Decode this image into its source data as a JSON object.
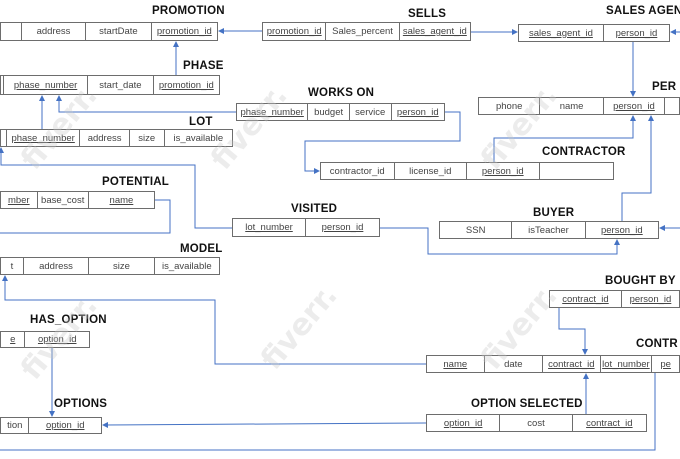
{
  "colors": {
    "connector": "#4472c4",
    "border": "#6d6d6d"
  },
  "watermark": "fiverr.",
  "tables": [
    {
      "id": "promotion",
      "title": "PROMOTION",
      "columns": [
        {
          "name": ""
        },
        {
          "name": "address"
        },
        {
          "name": "startDate"
        },
        {
          "name": "promotion_id",
          "pk": true
        }
      ]
    },
    {
      "id": "sells",
      "title": "SELLS",
      "columns": [
        {
          "name": "promotion_id",
          "pk": true
        },
        {
          "name": "Sales_percent"
        },
        {
          "name": "sales_agent_id",
          "pk": true
        }
      ]
    },
    {
      "id": "sales-agent",
      "title": "SALES AGENT",
      "columns": [
        {
          "name": "sales_agent_id",
          "pk": true
        },
        {
          "name": "person_id",
          "pk": true
        }
      ]
    },
    {
      "id": "phase",
      "title": "PHASE",
      "columns": [
        {
          "name": ""
        },
        {
          "name": "phase_number",
          "pk": true
        },
        {
          "name": "start_date"
        },
        {
          "name": "promotion_id",
          "pk": true
        }
      ]
    },
    {
      "id": "works-on",
      "title": "WORKS ON",
      "columns": [
        {
          "name": "phase_number",
          "pk": true
        },
        {
          "name": "budget"
        },
        {
          "name": "service"
        },
        {
          "name": "person_id",
          "pk": true
        }
      ]
    },
    {
      "id": "person",
      "title": "PER",
      "columns": [
        {
          "name": "phone"
        },
        {
          "name": "name"
        },
        {
          "name": "person_id",
          "pk": true
        },
        {
          "name": ""
        }
      ]
    },
    {
      "id": "lot",
      "title": "LOT",
      "columns": [
        {
          "name": ""
        },
        {
          "name": "phase_number",
          "pk": true
        },
        {
          "name": "address"
        },
        {
          "name": "size"
        },
        {
          "name": "is_available"
        }
      ]
    },
    {
      "id": "contractor",
      "title": "CONTRACTOR",
      "columns": [
        {
          "name": "contractor_id"
        },
        {
          "name": "license_id"
        },
        {
          "name": "person_id",
          "pk": true
        },
        {
          "name": ""
        }
      ]
    },
    {
      "id": "potential",
      "title": "POTENTIAL",
      "columns": [
        {
          "name": "mber",
          "pk": true
        },
        {
          "name": "base_cost"
        },
        {
          "name": "name",
          "pk": true
        }
      ]
    },
    {
      "id": "visited",
      "title": "VISITED",
      "columns": [
        {
          "name": "lot_number",
          "pk": true
        },
        {
          "name": "person_id",
          "pk": true
        }
      ]
    },
    {
      "id": "buyer",
      "title": "BUYER",
      "columns": [
        {
          "name": "SSN"
        },
        {
          "name": "isTeacher"
        },
        {
          "name": "person_id",
          "pk": true
        }
      ]
    },
    {
      "id": "model",
      "title": "MODEL",
      "columns": [
        {
          "name": "t"
        },
        {
          "name": "address"
        },
        {
          "name": "size"
        },
        {
          "name": "is_available"
        }
      ]
    },
    {
      "id": "bought-by",
      "title": "BOUGHT BY",
      "columns": [
        {
          "name": "contract_id",
          "pk": true
        },
        {
          "name": "person_id",
          "pk": true
        }
      ]
    },
    {
      "id": "has-option",
      "title": "HAS_OPTION",
      "columns": [
        {
          "name": "e",
          "pk": true
        },
        {
          "name": "option_id",
          "pk": true
        }
      ]
    },
    {
      "id": "contract",
      "title": "CONTR",
      "columns": [
        {
          "name": "name",
          "pk": true
        },
        {
          "name": "date"
        },
        {
          "name": "contract_id",
          "pk": true
        },
        {
          "name": "lot_number",
          "pk": true
        },
        {
          "name": "pe",
          "pk": true
        }
      ]
    },
    {
      "id": "options",
      "title": "OPTIONS",
      "columns": [
        {
          "name": "tion"
        },
        {
          "name": "option_id",
          "pk": true
        }
      ]
    },
    {
      "id": "option-selected",
      "title": "OPTION SELECTED",
      "columns": [
        {
          "name": "option_id",
          "pk": true
        },
        {
          "name": "cost"
        },
        {
          "name": "contract_id",
          "pk": true
        }
      ]
    }
  ]
}
